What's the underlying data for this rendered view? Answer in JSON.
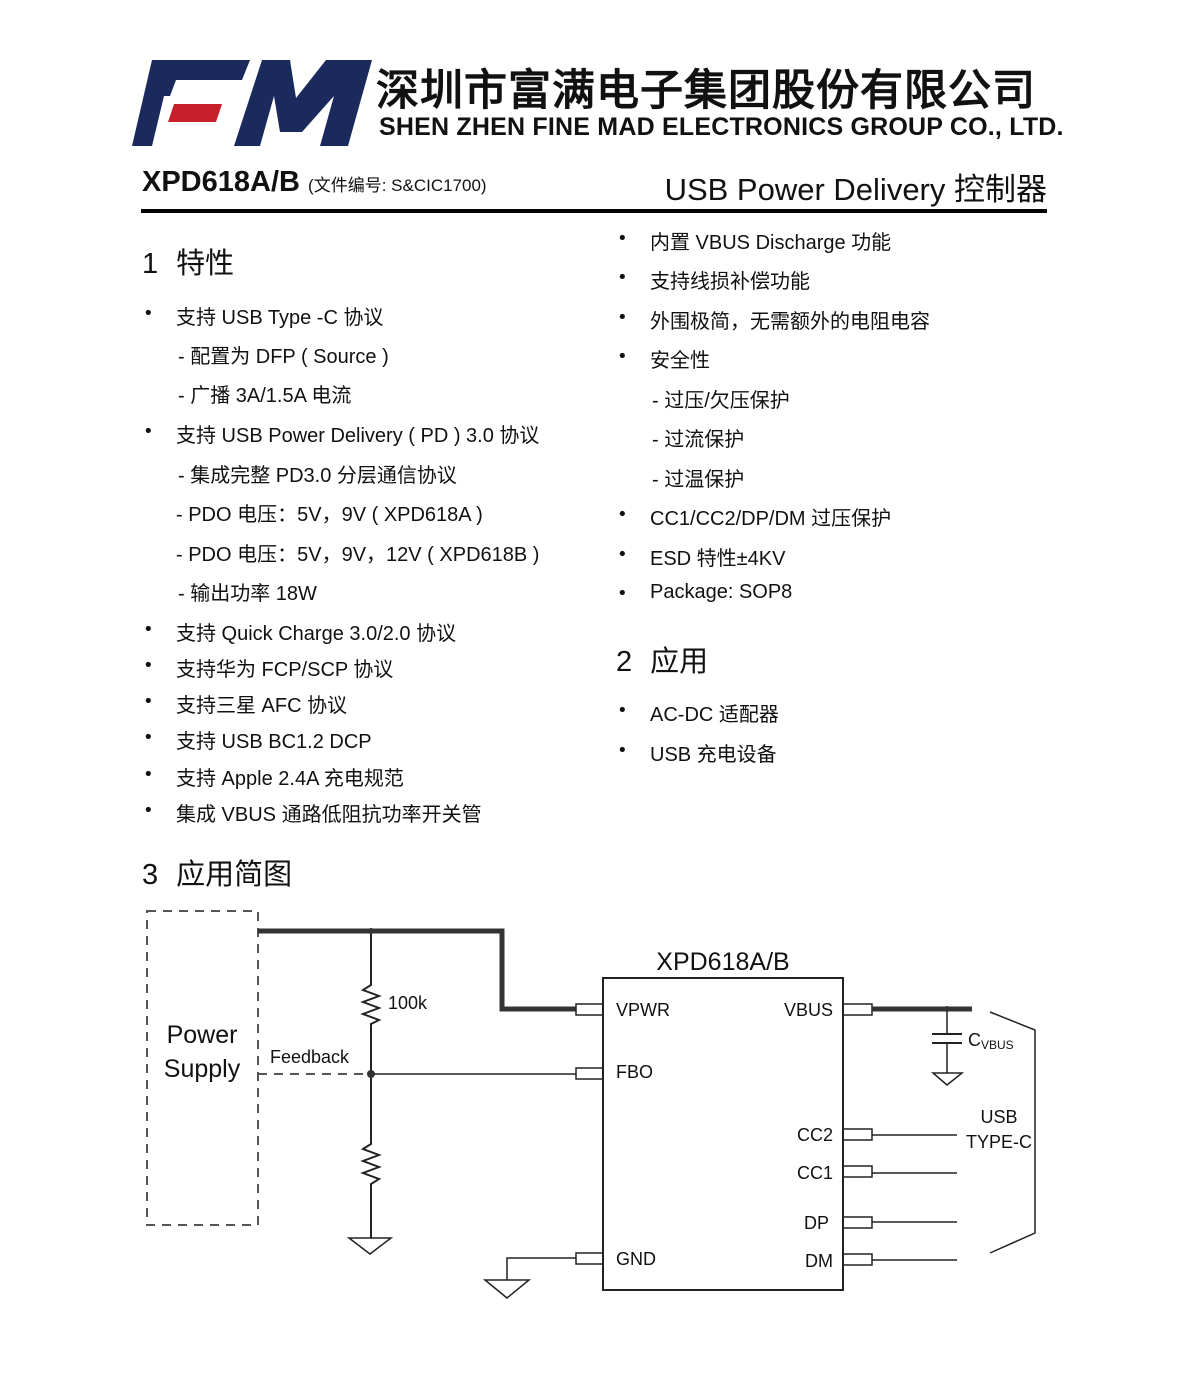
{
  "header": {
    "logo_text": "FM",
    "company_cn": "深圳市富满电子集团股份有限公司",
    "company_en": "SHEN ZHEN FINE MAD ELECTRONICS GROUP CO., LTD.",
    "part_number": "XPD618A/B",
    "doc_number": "(文件编号: S&CIC1700)",
    "subtitle": "USB Power Delivery 控制器",
    "colors": {
      "logo_navy": "#1b2a5c",
      "logo_red": "#c8202a"
    }
  },
  "features": {
    "number": "1",
    "title": "特性",
    "left": [
      {
        "type": "bullet",
        "text": "支持 USB Type -C  协议"
      },
      {
        "type": "sub",
        "text": "配置为 DFP ( Source )"
      },
      {
        "type": "sub",
        "text": "广播 3A/1.5A 电流"
      },
      {
        "type": "bullet",
        "text": "支持 USB Power Delivery ( PD ) 3.0 协议"
      },
      {
        "type": "sub",
        "text": "集成完整 PD3.0 分层通信协议"
      },
      {
        "type": "sub2",
        "text": "PDO 电压：5V，9V ( XPD618A )"
      },
      {
        "type": "sub2",
        "text": "PDO 电压：5V，9V，12V ( XPD618B )"
      },
      {
        "type": "sub",
        "text": "输出功率 18W"
      },
      {
        "type": "bullet",
        "text": "支持 Quick Charge 3.0/2.0 协议"
      },
      {
        "type": "bullet",
        "text": "支持华为 FCP/SCP 协议"
      },
      {
        "type": "bullet",
        "text": "支持三星 AFC 协议"
      },
      {
        "type": "bullet",
        "text": "支持 USB BC1.2 DCP"
      },
      {
        "type": "bullet",
        "text": "支持 Apple 2.4A 充电规范"
      },
      {
        "type": "bullet",
        "text": "集成 VBUS 通路低阻抗功率开关管"
      }
    ],
    "right": [
      {
        "type": "bullet",
        "text": "内置 VBUS Discharge 功能"
      },
      {
        "type": "bullet",
        "text": "支持线损补偿功能"
      },
      {
        "type": "bullet",
        "text": "外围极简，无需额外的电阻电容"
      },
      {
        "type": "bullet",
        "text": "安全性"
      },
      {
        "type": "sub",
        "text": "过压/欠压保护"
      },
      {
        "type": "sub",
        "text": "过流保护"
      },
      {
        "type": "sub",
        "text": "过温保护"
      },
      {
        "type": "bullet",
        "text": "CC1/CC2/DP/DM 过压保护"
      },
      {
        "type": "bullet",
        "text": "ESD 特性±4KV"
      },
      {
        "type": "bullet",
        "text": "Package: SOP8"
      }
    ]
  },
  "applications": {
    "number": "2",
    "title": "应用",
    "items": [
      "AC-DC 适配器",
      "USB 充电设备"
    ]
  },
  "diagram_section": {
    "number": "3",
    "title": "应用简图"
  },
  "diagram": {
    "chip_name": "XPD618A/B",
    "power_supply": [
      "Power",
      "Supply"
    ],
    "feedback": "Feedback",
    "resistor_top": "100k",
    "cap_label": "C",
    "cap_sub": "VBUS",
    "connector": [
      "USB",
      "TYPE-C"
    ],
    "pins_left": [
      "VPWR",
      "FBO",
      "GND"
    ],
    "pins_right": [
      "VBUS",
      "CC2",
      "CC1",
      "DP",
      "DM"
    ]
  }
}
